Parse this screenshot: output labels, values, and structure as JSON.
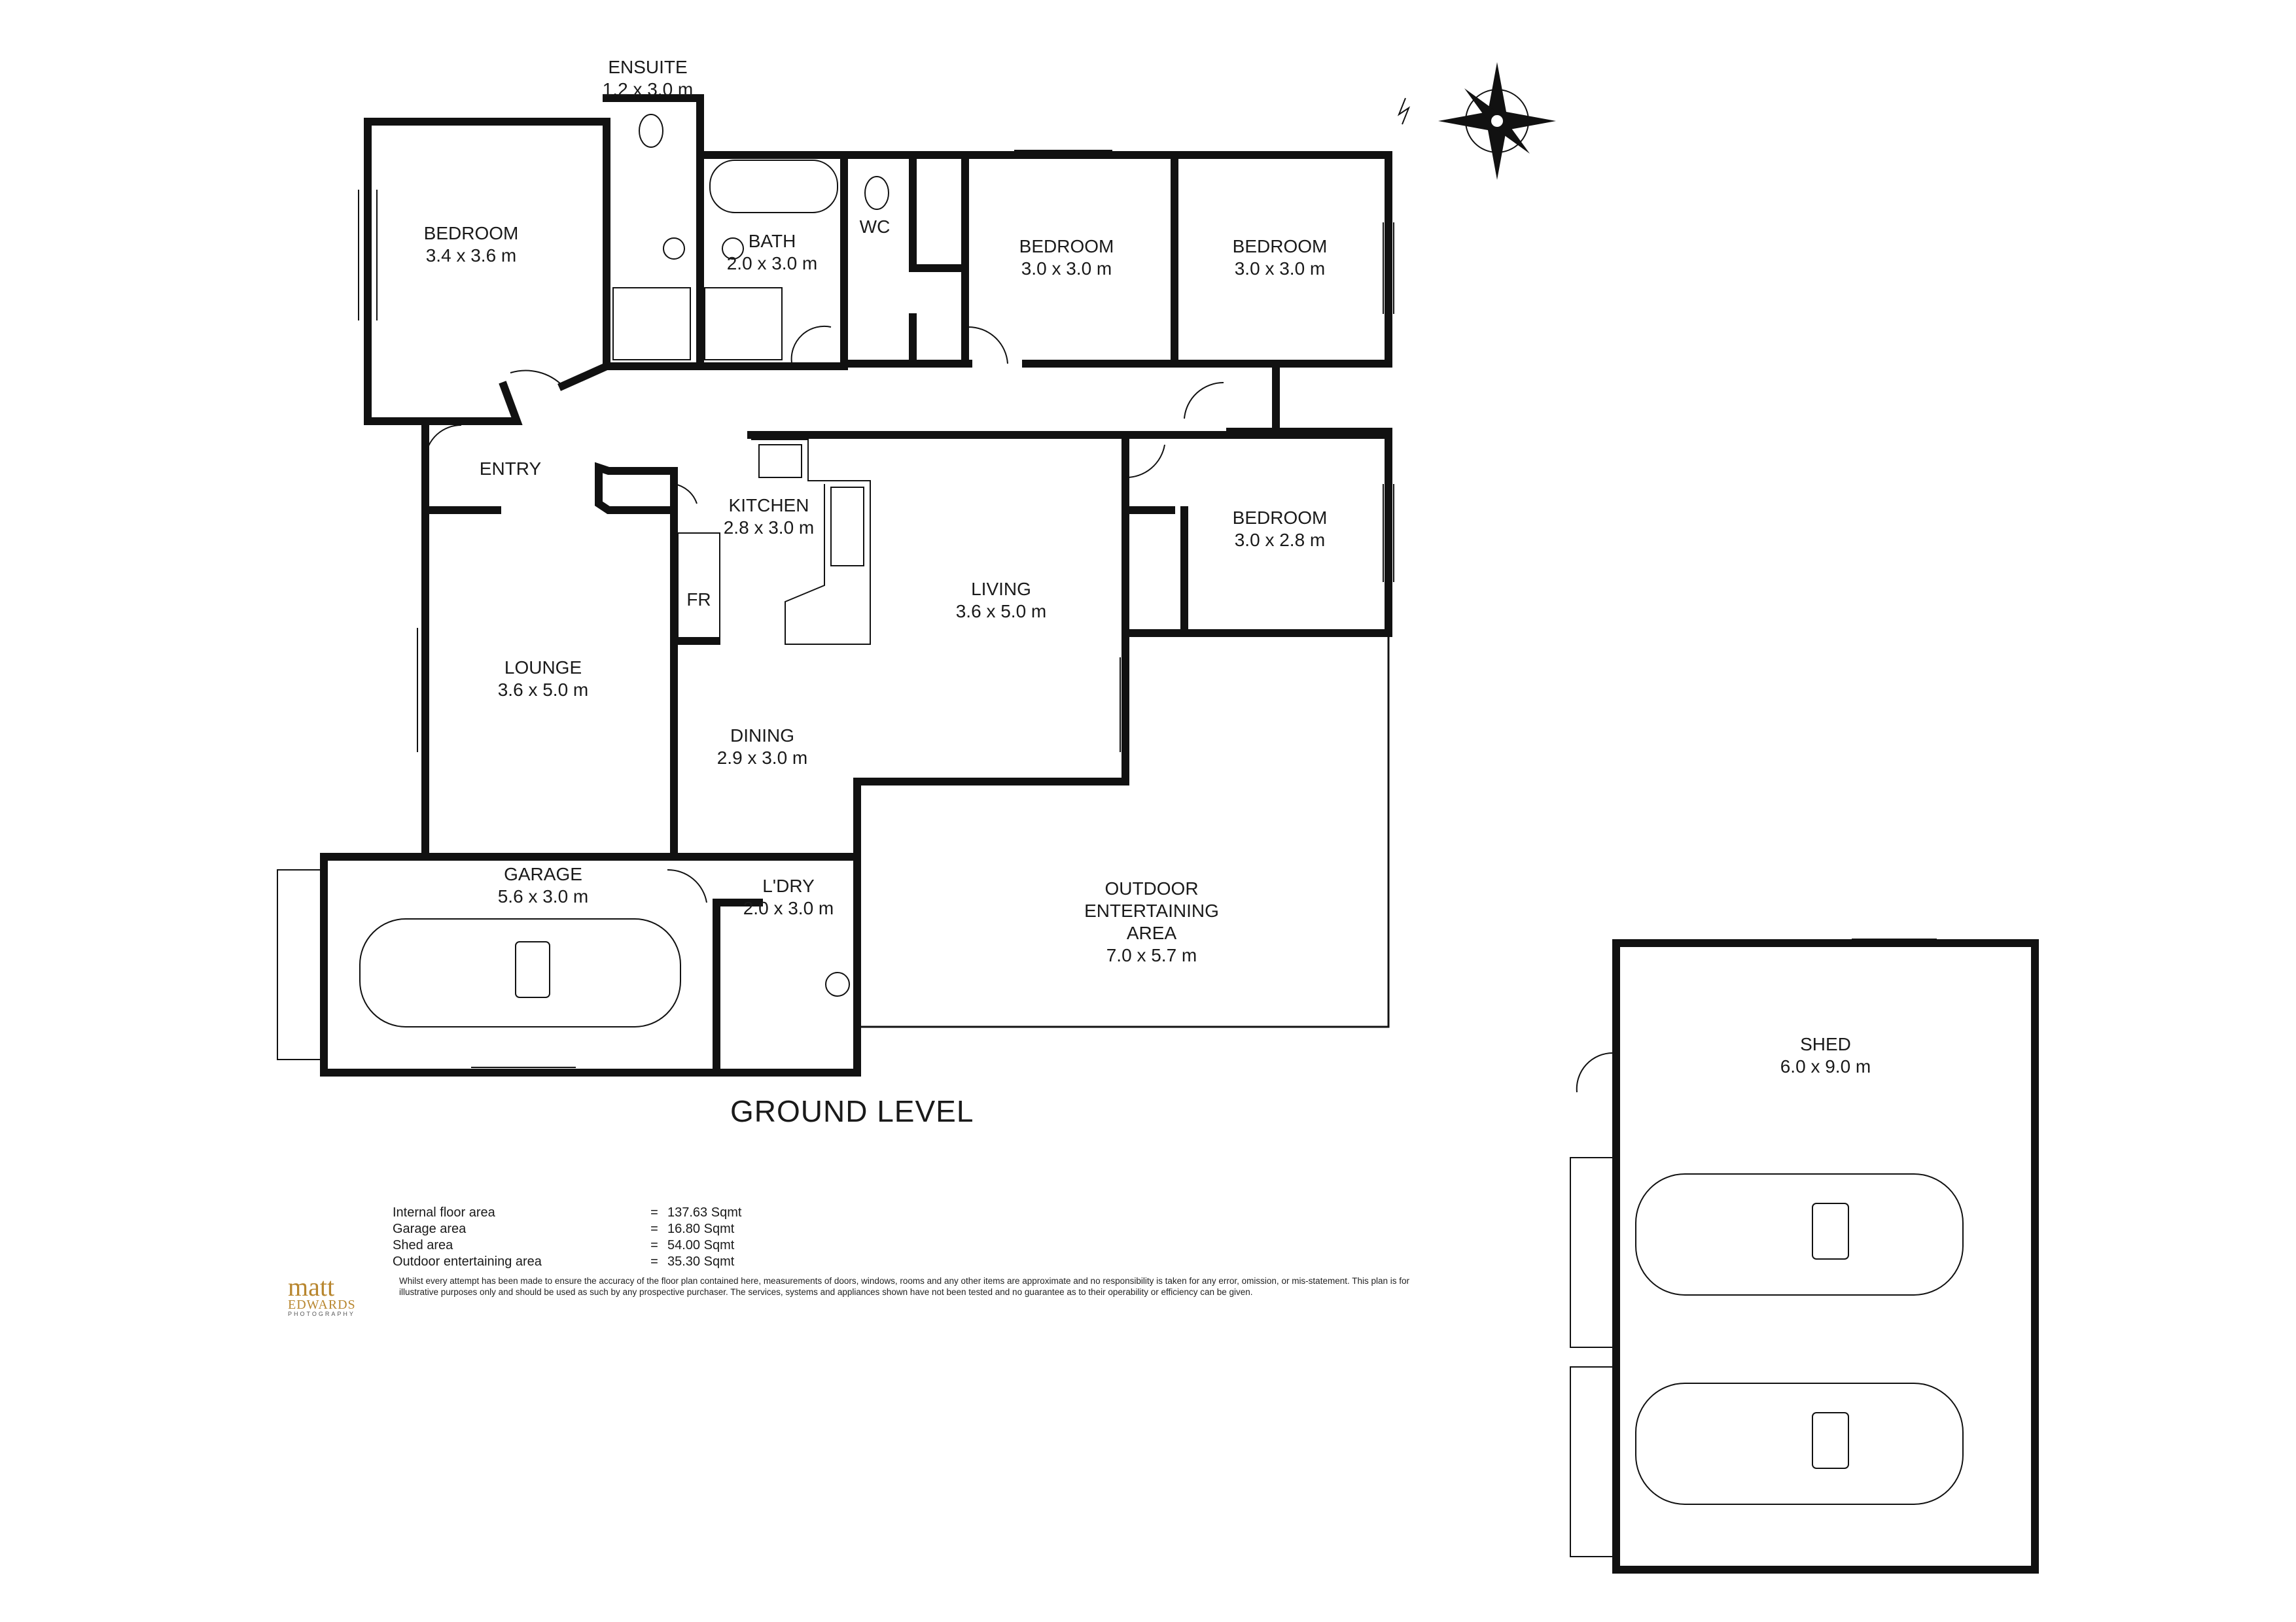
{
  "plan": {
    "title": "GROUND LEVEL",
    "rooms": [
      {
        "id": "ensuite",
        "name": "ENSUITE",
        "size": "1.2 x 3.0 m"
      },
      {
        "id": "bedroom1",
        "name": "BEDROOM",
        "size": "3.4  x  3.6 m"
      },
      {
        "id": "bath",
        "name": "BATH",
        "size": "2.0 x 3.0 m"
      },
      {
        "id": "wc",
        "name": "WC",
        "size": ""
      },
      {
        "id": "bedroom2",
        "name": "BEDROOM",
        "size": "3.0  x  3.0 m"
      },
      {
        "id": "bedroom3",
        "name": "BEDROOM",
        "size": "3.0  x  3.0 m"
      },
      {
        "id": "entry",
        "name": "ENTRY",
        "size": ""
      },
      {
        "id": "kitchen",
        "name": "KITCHEN",
        "size": "2.8 x 3.0 m"
      },
      {
        "id": "bedroom4",
        "name": "BEDROOM",
        "size": "3.0  x  2.8 m"
      },
      {
        "id": "fridge",
        "name": "FR",
        "size": ""
      },
      {
        "id": "living",
        "name": "LIVING",
        "size": "3.6  x 5.0 m"
      },
      {
        "id": "lounge",
        "name": "LOUNGE",
        "size": "3.6  x  5.0 m"
      },
      {
        "id": "dining",
        "name": "DINING",
        "size": "2.9  x 3.0 m"
      },
      {
        "id": "garage",
        "name": "GARAGE",
        "size": "5.6  x  3.0 m"
      },
      {
        "id": "laundry",
        "name": "L'DRY",
        "size": "2.0 x 3.0 m"
      },
      {
        "id": "outdoor",
        "name": "OUTDOOR\nENTERTAINING\nAREA",
        "size": "7.0 x 5.7 m"
      },
      {
        "id": "shed",
        "name": "SHED",
        "size": "6.0  x  9.0 m"
      }
    ],
    "areas": [
      {
        "label": "Internal floor area",
        "eq": "=",
        "value": "137.63 Sqmt"
      },
      {
        "label": "Garage area",
        "eq": "=",
        "value": "16.80 Sqmt"
      },
      {
        "label": "Shed  area",
        "eq": "=",
        "value": "54.00 Sqmt"
      },
      {
        "label": "Outdoor entertaining area",
        "eq": "=",
        "value": "35.30 Sqmt"
      }
    ],
    "disclaimer": "Whilst every attempt has been made to ensure the accuracy of the floor plan contained here, measurements of doors, windows, rooms and any other items are approximate and no responsibility is taken for any error, omission, or mis-statement. This plan is for illustrative purposes only and should be used as such by any prospective purchaser. The services, systems and appliances shown have not been tested and no guarantee as to their operability or efficiency can be given.",
    "logo": {
      "line1": "matt",
      "line2": "EDWARDS",
      "line3": "PHOTOGRAPHY"
    },
    "compass_icon": "compass-rose-icon",
    "wall_color": "#111111",
    "logo_color": "#b8862e"
  }
}
